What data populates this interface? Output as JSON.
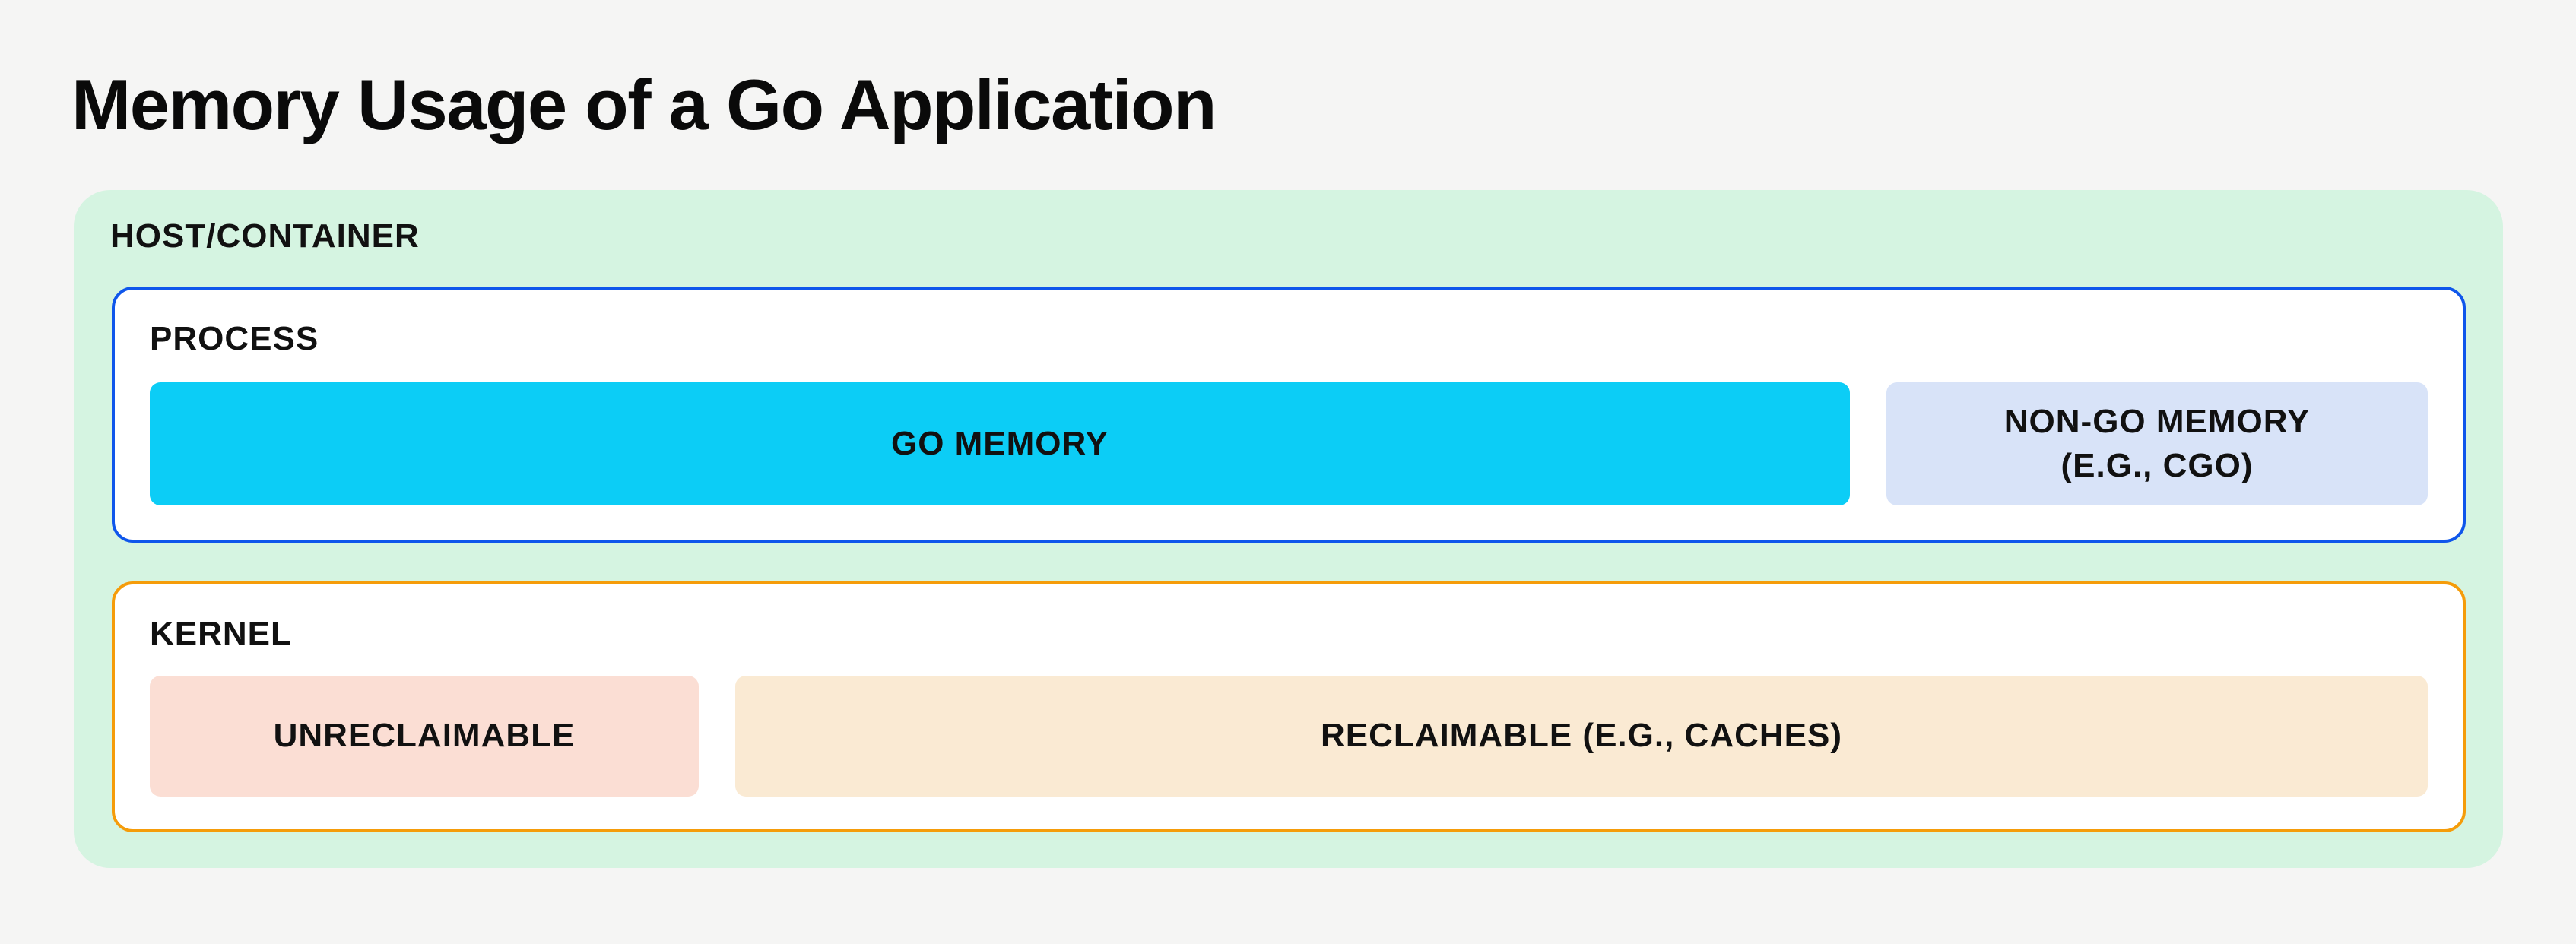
{
  "page": {
    "title": "Memory Usage of a Go Application",
    "background": "#F5F5F4"
  },
  "diagram": {
    "host": {
      "label": "HOST/CONTAINER",
      "fill": "#D5F4E1"
    },
    "process": {
      "label": "PROCESS",
      "border_color": "#0F56EB",
      "fill": "#FFFFFF",
      "blocks": [
        {
          "name": "go-memory",
          "label": "GO MEMORY",
          "fill": "#0CCDF6"
        },
        {
          "name": "non-go-memory",
          "label": "NON-GO MEMORY\n(E.G., CGO)",
          "fill": "#D8E3F8"
        }
      ]
    },
    "kernel": {
      "label": "KERNEL",
      "border_color": "#F59C0A",
      "fill": "#FFFFFF",
      "blocks": [
        {
          "name": "unreclaimable",
          "label": "UNRECLAIMABLE",
          "fill": "#FBDED4"
        },
        {
          "name": "reclaimable",
          "label": "RECLAIMABLE (E.G., CACHES)",
          "fill": "#FAEAD3"
        }
      ]
    }
  }
}
